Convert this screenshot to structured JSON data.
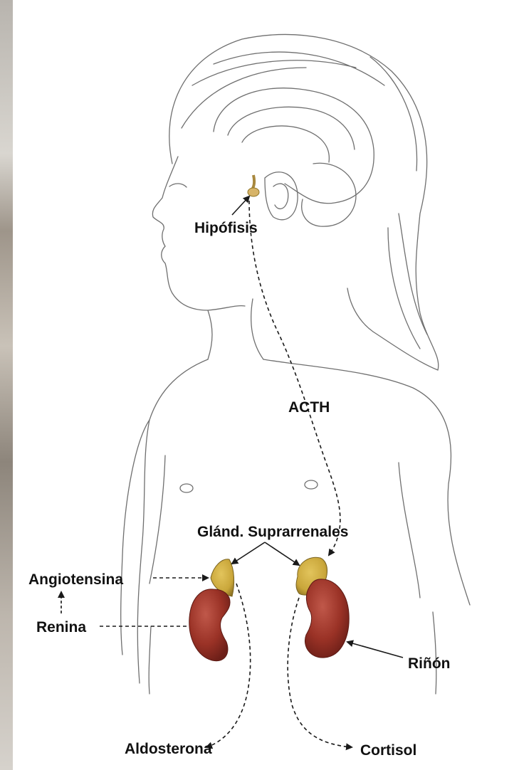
{
  "labels": {
    "pituitary": "Hipófisis",
    "acth": "ACTH",
    "adrenal_glands": "Glánd. Suprarrenales",
    "angiotensin": "Angiotensina",
    "renin": "Renina",
    "kidney": "Riñón",
    "aldosterone": "Aldosterona",
    "cortisol": "Cortisol"
  },
  "colors": {
    "kidney": "#9a3226",
    "adrenal": "#c9a63a",
    "pituitary": "#d7b468",
    "sketch": "#6f6f6f",
    "arrow": "#1a1a1a"
  }
}
